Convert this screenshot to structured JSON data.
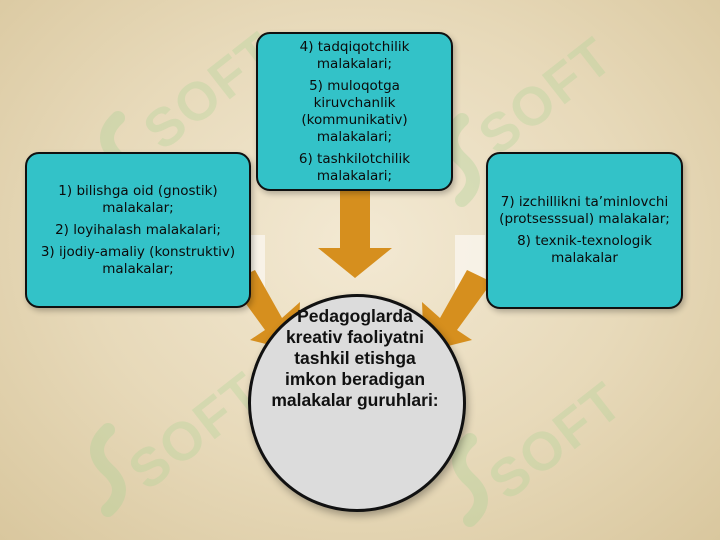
{
  "watermark": {
    "text": "SOFT"
  },
  "boxes": {
    "left": {
      "lines": [
        "1) bilishga oid (gnostik) malakalar;",
        "2) loyihalash malakalari;",
        "3) ijodiy-amaliy (konstruktiv) malakalar;"
      ]
    },
    "top": {
      "lines": [
        "4) tadqiqotchilik malakalari;",
        "5) muloqotga kiruvchanlik (kommunikativ) malakalari;",
        "6) tashkilotchilik malakalari;"
      ]
    },
    "right": {
      "lines": [
        "7) izchillikni ta’minlovchi (protsesssual) malakalar;",
        "8) texnik-texnologik malakalar"
      ]
    }
  },
  "center": {
    "title": "Pedagoglarda kreativ faoliyatni tashkil etishga imkon beradigan malakalar guruhlari:"
  },
  "colors": {
    "box_fill": "#33c2c8",
    "arrow": "#d68f1e",
    "circle_fill": "#dcdcdc",
    "background": "#e7d9b9"
  }
}
